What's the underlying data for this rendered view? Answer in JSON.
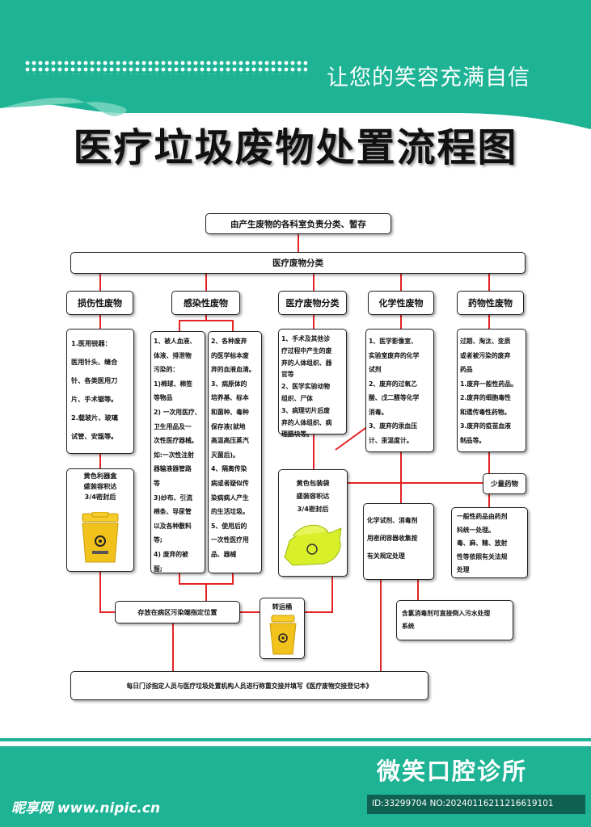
{
  "header": {
    "slogan": "让您的笑容充满自信",
    "title": "医疗垃圾废物处置流程图"
  },
  "flow": {
    "top": "由产生废物的各科室负责分类、暂存",
    "classify": "医疗废物分类",
    "categories": [
      "损伤性废物",
      "感染性废物",
      "医疗废物分类",
      "化学性废物",
      "药物性废物"
    ],
    "sharp": "1.医用锐器：\n医用针头、缝合\n针、各类医用刀\n片、手术锯等。\n2.载玻片、玻璃\n试管、安瓿等。",
    "infect_a": "1、被人血液、\n体液、排泄物\n污染的：\n1)棉球、棉签\n等物品\n2) 一次用医疗、\n卫生用品及一\n次性医疗器械。\n如:一次性注射\n器输液器管路\n等\n3)纱布、引流\n棉条、导尿管\n以及各种敷料\n等;\n4) 废弃的被\n服;",
    "infect_b": "2、各种废弃\n的医学标本废\n弃的血液血清。\n3、病原体的\n培养基、标本\n和菌种、毒种\n保存液(就地\n高温高压蒸汽\n灭菌后)。\n4、隔离传染\n病或者疑似传\n染病病人产生\n的生活垃圾。\n5、使用后的\n一次性医疗用\n品、器械",
    "path": "1、手术及其他诊\n疗过程中产生的废\n弃的人体组织、器\n官等\n2、医学实验动物\n组织、尸体\n3、病理切片后废\n弃的人体组织、病\n理腊块等。",
    "chem": "1、医学影像室、\n实验室废弃的化学\n试剂\n2、废弃的过氧乙\n酸、戊二醛等化学\n消毒。\n3、废弃的汞血压\n计、汞温度计。",
    "drug": "过期、淘汰、变质\n或者被污染的废弃\n药品\n1.废弃一般性药品。\n2.废弃的细胞毒性\n和遗传毒性药物。\n3.废弃的疫苗血液\n制品等。",
    "sharp_box": "黄色利器盒\n盛装容积达\n3/4密封后",
    "yellow_bag": "黄色包装袋\n盛装容积达\n3/4密封后",
    "small_drug": "少量药物",
    "chem_treat": "化学试剂、消毒剂\n用密闭容器收集按\n有关规定处理",
    "drug_treat": "一般性药品由药剂\n科统一处理。\n毒、麻、精、放射\n性等依照有关法规\n处理",
    "store": "存放在病区污染端指定位置",
    "transfer": "转运桶",
    "chlorine": "含氯消毒剂可直接倒入污水处理\n系统",
    "final": "每日门诊指定人员与医疗垃圾处置机构人员进行称重交接并填写《医疗废物交接登记本》"
  },
  "footer": {
    "clinic": "微笑口腔诊所",
    "watermark_logo": "昵享网 www.nipic.cn",
    "watermark_id": "ID:33299704 NO:20240116211216619101"
  },
  "colors": {
    "teal": "#19b394",
    "line": "#e32424",
    "bin_yellow": "#f2c21c"
  }
}
